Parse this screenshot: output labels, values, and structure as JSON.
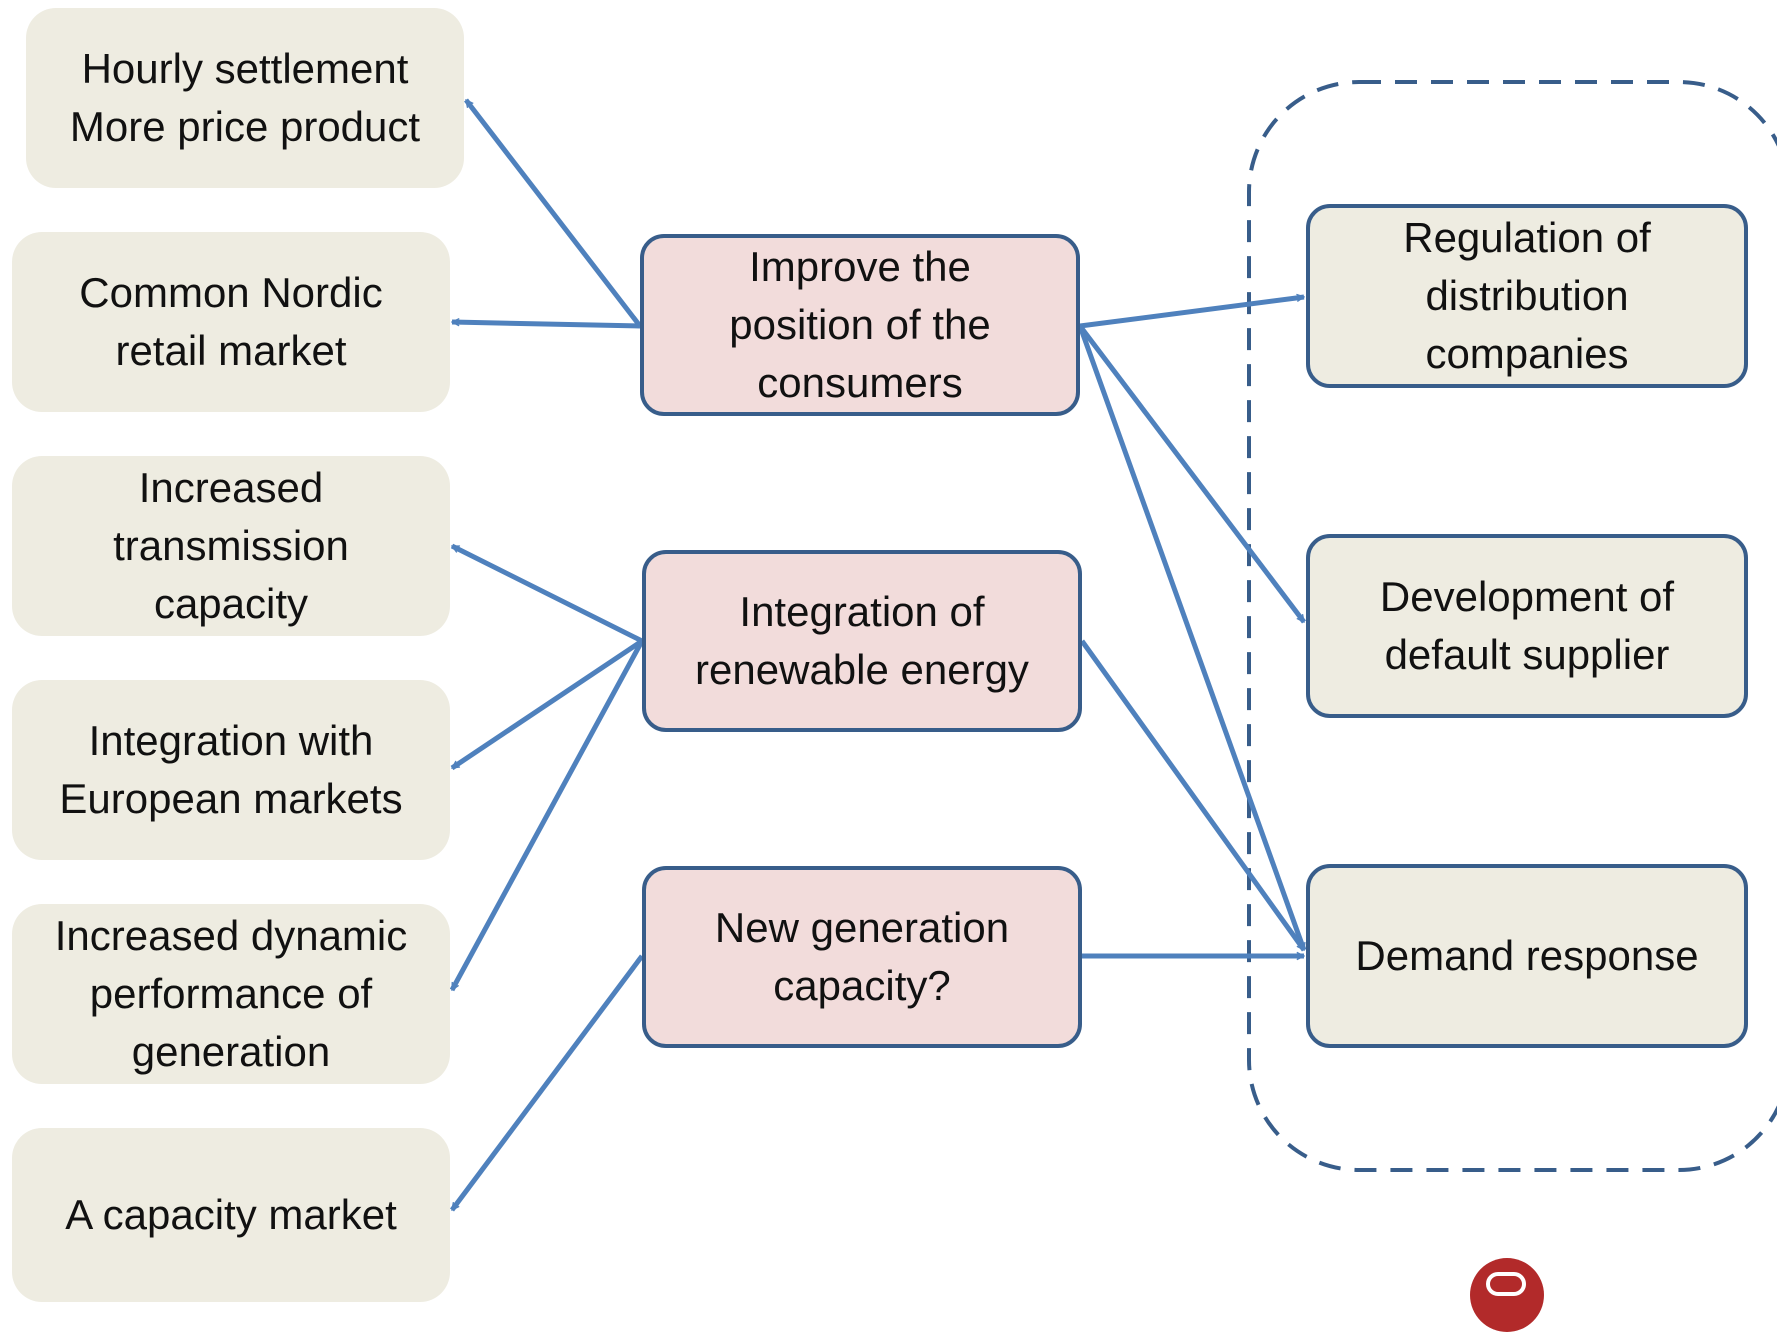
{
  "left_boxes": [
    {
      "id": "hourly",
      "text": "Hourly settlement\nMore price product"
    },
    {
      "id": "nordic",
      "text": "Common Nordic\nretail market"
    },
    {
      "id": "transmission",
      "text": "Increased\ntransmission\ncapacity"
    },
    {
      "id": "european",
      "text": "Integration with\nEuropean markets"
    },
    {
      "id": "dynamic",
      "text": "Increased dynamic\nperformance of\ngeneration"
    },
    {
      "id": "capacity_market",
      "text": "A capacity market"
    }
  ],
  "middle_boxes": [
    {
      "id": "consumers",
      "text": "Improve the\nposition of the\nconsumers"
    },
    {
      "id": "renewable",
      "text": "Integration of\nrenewable energy"
    },
    {
      "id": "generation",
      "text": "New generation\ncapacity?"
    }
  ],
  "right_boxes": [
    {
      "id": "regulation",
      "text": "Regulation of\ndistribution\ncompanies"
    },
    {
      "id": "default_supplier",
      "text": "Development of\ndefault supplier"
    },
    {
      "id": "demand",
      "text": "Demand response"
    }
  ],
  "connections": [
    {
      "from": "consumers",
      "to": "hourly"
    },
    {
      "from": "consumers",
      "to": "nordic"
    },
    {
      "from": "renewable",
      "to": "transmission"
    },
    {
      "from": "renewable",
      "to": "european"
    },
    {
      "from": "renewable",
      "to": "dynamic"
    },
    {
      "from": "generation",
      "to": "capacity_market"
    },
    {
      "from": "consumers",
      "to": "regulation"
    },
    {
      "from": "consumers",
      "to": "default_supplier"
    },
    {
      "from": "consumers",
      "to": "demand"
    },
    {
      "from": "renewable",
      "to": "demand"
    },
    {
      "from": "generation",
      "to": "demand"
    }
  ],
  "colors": {
    "arrow": "#4f81bd",
    "box_border": "#385d8a",
    "left_fill": "#eeece1",
    "mid_fill": "#f2dcdb",
    "right_fill": "#eeece1",
    "dashed_group": "#385d8a"
  }
}
